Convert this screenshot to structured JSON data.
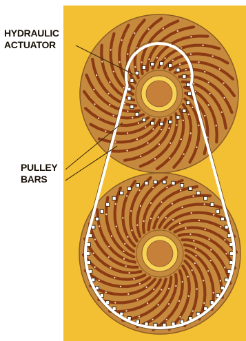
{
  "labels": {
    "hydraulic": [
      "HYDRAULIC",
      "ACTUATOR"
    ],
    "pulley": [
      "PULLEY",
      "BARS"
    ]
  },
  "colors": {
    "background": "#ffffff",
    "panel": "#f4c033",
    "disc": "#c58a3e",
    "disc_edge": "#8a5a24",
    "bar": "#8b3a14",
    "bar_dot": "#f1dcb4",
    "hub_ring": "#f6d256",
    "hub_center": "#c7803a",
    "belt": "#ffffff",
    "belt_outline": "#6b4a1f",
    "leader": "#3b2a10"
  }
}
